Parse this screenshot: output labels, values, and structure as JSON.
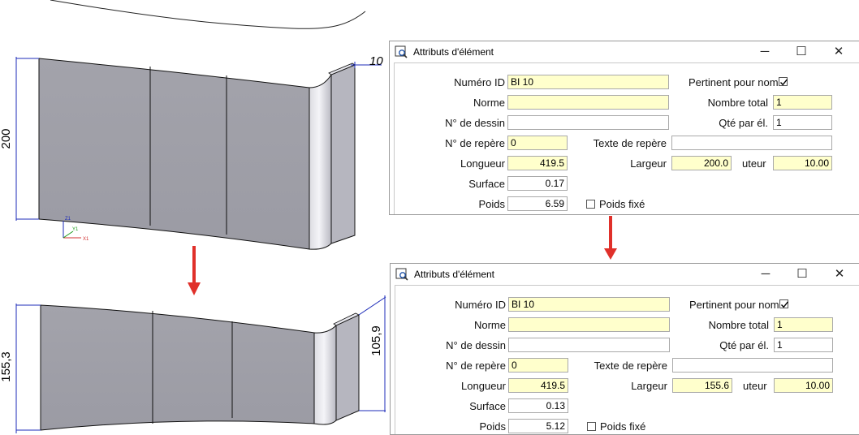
{
  "drawing_top": {
    "height_dim": "200",
    "thickness_dim": "10",
    "axis_z": "Z1",
    "axis_y": "Y1",
    "axis_x": "X1"
  },
  "drawing_bottom": {
    "height_dim_left": "155,3",
    "height_dim_right": "105,9"
  },
  "dialog_top": {
    "title": "Attributs d'élément",
    "window_buttons": {
      "minimize": "─",
      "maximize": "☐",
      "close": "✕"
    },
    "labels": {
      "numero_id": "Numéro ID",
      "norme": "Norme",
      "dessin": "N° de dessin",
      "repere": "N° de repère",
      "longueur": "Longueur",
      "surface": "Surface",
      "poids": "Poids",
      "pertinent": "Pertinent pour nom",
      "nombre_total": "Nombre total",
      "qte": "Qté par él.",
      "texte_repere": "Texte de repère",
      "largeur": "Largeur",
      "hauteur": "uteur",
      "poids_fixe": "Poids fixé"
    },
    "values": {
      "numero_id": "BI 10",
      "norme": "",
      "dessin": "",
      "repere": "0",
      "longueur": "419.5",
      "surface": "0.17",
      "poids": "6.59",
      "nombre_total": "1",
      "qte": "1",
      "texte_repere": "",
      "largeur": "200.0",
      "hauteur": "10.00"
    },
    "pertinent_checked": true,
    "poids_fixe_checked": false
  },
  "dialog_bottom": {
    "title": "Attributs d'élément",
    "window_buttons": {
      "minimize": "─",
      "maximize": "☐",
      "close": "✕"
    },
    "labels": {
      "numero_id": "Numéro ID",
      "norme": "Norme",
      "dessin": "N° de dessin",
      "repere": "N° de repère",
      "longueur": "Longueur",
      "surface": "Surface",
      "poids": "Poids",
      "pertinent": "Pertinent pour nom",
      "nombre_total": "Nombre total",
      "qte": "Qté par él.",
      "texte_repere": "Texte de repère",
      "largeur": "Largeur",
      "hauteur": "uteur",
      "poids_fixe": "Poids fixé"
    },
    "values": {
      "numero_id": "BI 10",
      "norme": "",
      "dessin": "",
      "repere": "0",
      "longueur": "419.5",
      "surface": "0.13",
      "poids": "5.12",
      "nombre_total": "1",
      "qte": "1",
      "texte_repere": "",
      "largeur": "155.6",
      "hauteur": "10.00"
    },
    "pertinent_checked": true,
    "poids_fixe_checked": false
  },
  "colors": {
    "arrow": "#e0302a",
    "dimension": "#1c2bb8",
    "panel_face": "#a8a8b0",
    "field_yellow": "#ffffcc"
  }
}
